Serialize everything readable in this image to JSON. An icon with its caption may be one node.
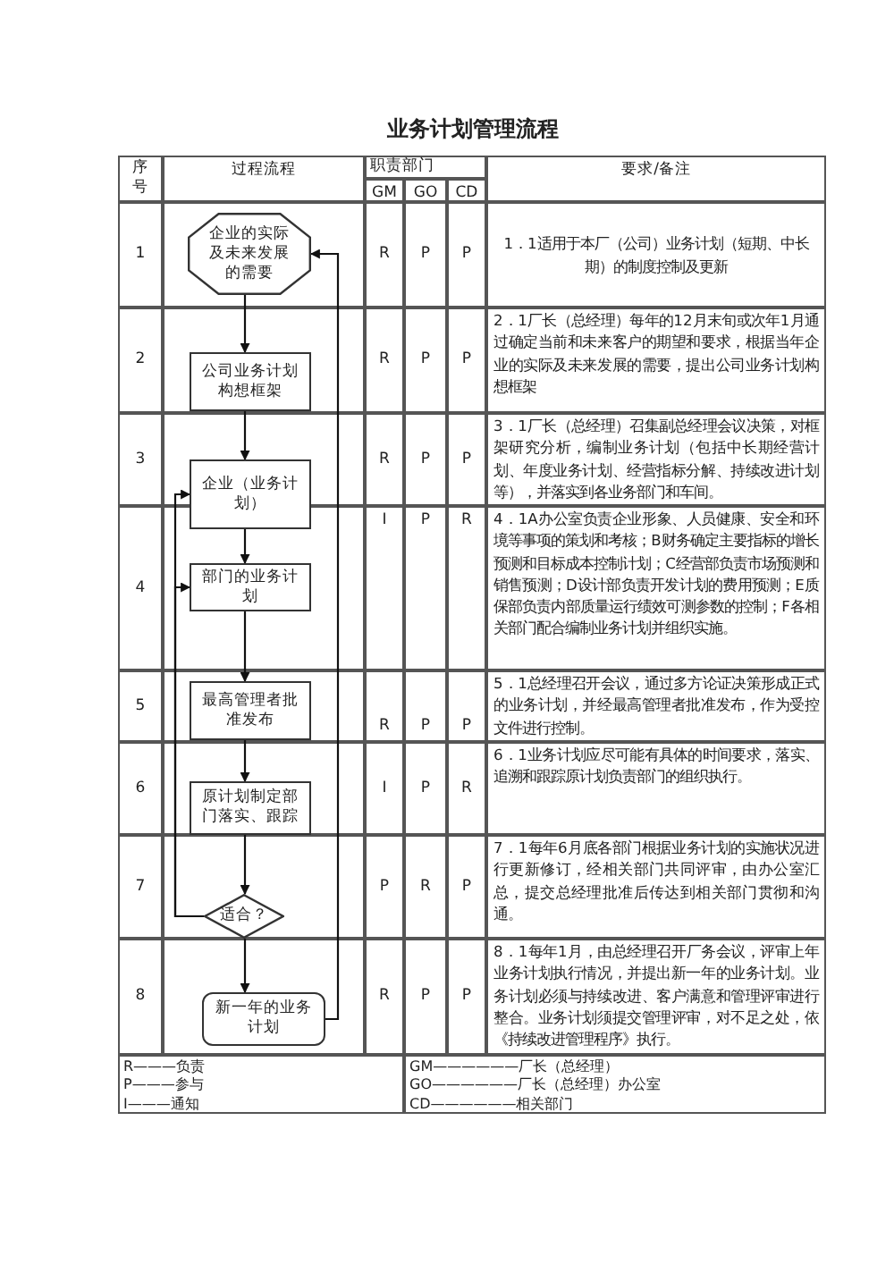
{
  "diagram": {
    "title": "业务计划管理流程",
    "nodes": [
      {
        "text": [
          "企业的实际及未来发展的需要"
        ]
      },
      {
        "text": [
          "公司业务计划构想框架"
        ]
      },
      {
        "text": [
          "企业（业务计划）"
        ]
      },
      {
        "text": [
          "部门的业务计划"
        ]
      },
      {
        "text": [
          "最高管理者批准发布"
        ]
      },
      {
        "text": [
          "原计划制定部门落实、跟踪"
        ]
      },
      {
        "text": [
          "适合？"
        ]
      },
      {
        "text": [
          "新一年的业务计划"
        ]
      }
    ],
    "edges": [
      {
        "from": 0,
        "to": 1,
        "arrow": "to"
      },
      {
        "from": 1,
        "to": 2,
        "arrow": "to"
      },
      {
        "from": 2,
        "to": 3,
        "arrow": "to"
      },
      {
        "from": 3,
        "to": 4,
        "arrow": "to"
      },
      {
        "from": 4,
        "to": 5,
        "arrow": "to"
      },
      {
        "from": 5,
        "to": 6,
        "arrow": "to"
      },
      {
        "from": 6,
        "to": 7,
        "arrow": "to"
      },
      {
        "from": 6,
        "to": 2,
        "arrow": "to"
      },
      {
        "from": 6,
        "to": 3,
        "arrow": "to"
      },
      {
        "from": 7,
        "to": 0,
        "arrow": "to"
      }
    ],
    "labels": [
      "序号",
      "过程流程",
      "职责部门",
      "要求/备注",
      "GM",
      "GO",
      "CD",
      "1",
      "R",
      "P",
      "P",
      "1．1适用于本厂（公司）业务计划（短期、中长期）的制度控制及更新",
      "2",
      "R",
      "P",
      "P",
      "2．1厂长（总经理）每年的12月末旬或次年1月通过确定当前和未来客户的期望和要求，根据当年企业的实际及未来发展的需要，提出公司业务计划构想框架",
      "3",
      "R",
      "P",
      "P",
      "3．1厂长（总经理）召集副总经理会议决策，对框架研究分析，编制业务计划（包括中长期经营计划、年度业务计划、经营指标分解、持续改进计划等），并落实到各业务部门和车间。",
      "4",
      "I",
      "P",
      "R",
      "4．1A办公室负责企业形象、人员健康、安全和环境等事项的策划和考核；B财务确定主要指标的增长预测和目标成本控制计划；C经营部负责市场预测和销售预测；D设计部负责开发计划的费用预测；E质保部负责内部质量运行绩效可测参数的控制；F各相关部门配合编制业务计划并组织实施。",
      "5",
      "R",
      "P",
      "P",
      "5．1总经理召开会议，通过多方论证决策形成正式的业务计划，并经最高管理者批准发布，作为受控文件进行控制。",
      "6",
      "I",
      "P",
      "R",
      "6．1业务计划应尽可能有具体的时间要求，落实、追溯和跟踪原计划负责部门的组织执行。",
      "7",
      "P",
      "R",
      "P",
      "7．1每年6月底各部门根据业务计划的实施状况进行更新修订，经相关部门共同评审，由办公室汇总，提交总经理批准后传达到相关部门贯彻和沟通。",
      "8",
      "R",
      "P",
      "P",
      "8．1每年1月，由总经理召开厂务会议，评审上年业务计划执行情况，并提出新一年的业务计划。业务计划必须与持续改进、客户满意和管理评审进行整合。业务计划须提交管理评审，对不足之处，依《持续改进管理程序》执行。",
      "R———负责",
      "GM——————厂长（总经理）",
      "P———参与",
      "GO——————厂长（总经理）办公室",
      "I———通知",
      "CD——————相关部门"
    ]
  }
}
